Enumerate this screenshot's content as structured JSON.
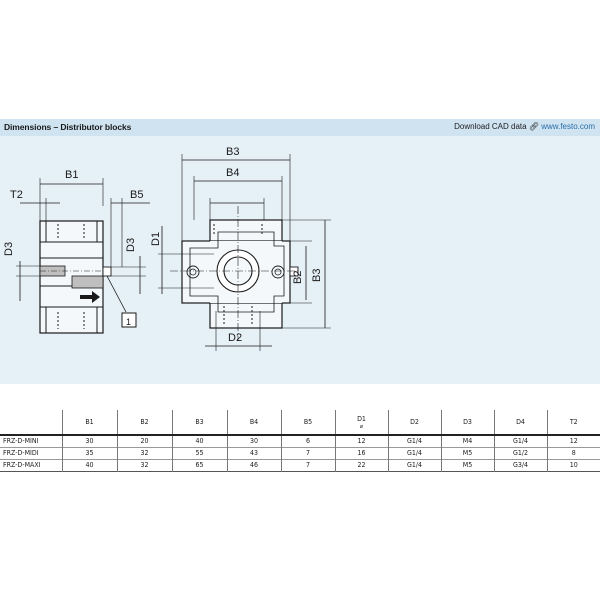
{
  "header": {
    "title": "Dimensions – Distributor blocks",
    "cad_label": "Download CAD data",
    "cad_link": "www.festo.com"
  },
  "drawing": {
    "labels": {
      "B1": "B1",
      "B2": "B2",
      "B3": "B3",
      "B4": "B4",
      "B5": "B5",
      "D1": "D1",
      "D2": "D2",
      "D3": "D3",
      "T2": "T2",
      "callout": "1"
    }
  },
  "table": {
    "columns": [
      "",
      "B1",
      "B2",
      "B3",
      "B4",
      "B5",
      "D1",
      "D2",
      "D3",
      "D4",
      "T2"
    ],
    "d1_sub": "⌀",
    "rows": [
      [
        "FRZ-D-MINI",
        "30",
        "20",
        "40",
        "30",
        "6",
        "12",
        "G1/4",
        "M4",
        "G1/4",
        "12"
      ],
      [
        "FRZ-D-MIDI",
        "35",
        "32",
        "55",
        "43",
        "7",
        "16",
        "G1/4",
        "M5",
        "G1/2",
        "8"
      ],
      [
        "FRZ-D-MAXI",
        "40",
        "32",
        "65",
        "46",
        "7",
        "22",
        "G1/4",
        "M5",
        "G3/4",
        "10"
      ]
    ]
  },
  "colors": {
    "header_bg": "#cfe3f1",
    "drawing_bg": "#e6f0f7",
    "line": "#1a1a1a"
  }
}
